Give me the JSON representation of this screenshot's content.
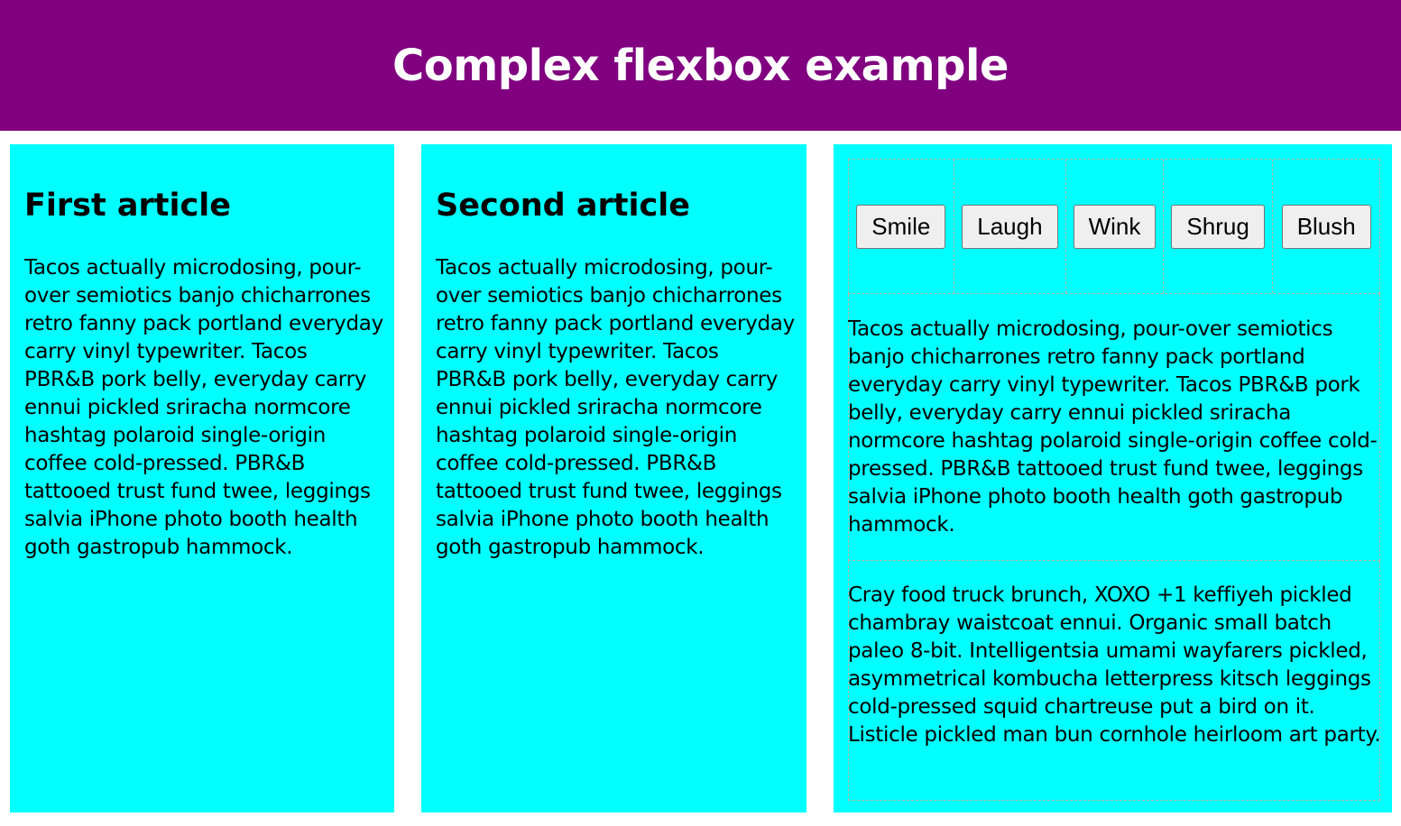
{
  "header": {
    "title": "Complex flexbox example"
  },
  "articles": [
    {
      "title": "First article",
      "body": "Tacos actually microdosing, pour-over semiotics banjo chicharrones retro fanny pack portland everyday carry vinyl typewriter. Tacos PBR&B pork belly, everyday carry ennui pickled sriracha normcore hashtag polaroid single-origin coffee cold-pressed. PBR&B tattooed trust fund twee, leggings salvia iPhone photo booth health goth gastropub hammock."
    },
    {
      "title": "Second article",
      "body": "Tacos actually microdosing, pour-over semiotics banjo chicharrones retro fanny pack portland everyday carry vinyl typewriter. Tacos PBR&B pork belly, everyday carry ennui pickled sriracha normcore hashtag polaroid single-origin coffee cold-pressed. PBR&B tattooed trust fund twee, leggings salvia iPhone photo booth health goth gastropub hammock."
    }
  ],
  "third": {
    "buttons": [
      "Smile",
      "Laugh",
      "Wink",
      "Shrug",
      "Blush"
    ],
    "paragraph1": "Tacos actually microdosing, pour-over semiotics banjo chicharrones retro fanny pack portland everyday carry vinyl typewriter. Tacos PBR&B pork belly, everyday carry ennui pickled sriracha normcore hashtag polaroid single-origin coffee cold-pressed. PBR&B tattooed trust fund twee, leggings salvia iPhone photo booth health goth gastropub hammock.",
    "paragraph2": "Cray food truck brunch, XOXO +1 keffiyeh pickled chambray waistcoat ennui. Organic small batch paleo 8-bit. Intelligentsia umami wayfarers pickled, asymmetrical kombucha letterpress kitsch leggings cold-pressed squid chartreuse put a bird on it. Listicle pickled man bun cornhole heirloom art party."
  },
  "colors": {
    "header_bg": "#800080",
    "column_bg": "#00ffff",
    "header_text": "#ffffff"
  }
}
